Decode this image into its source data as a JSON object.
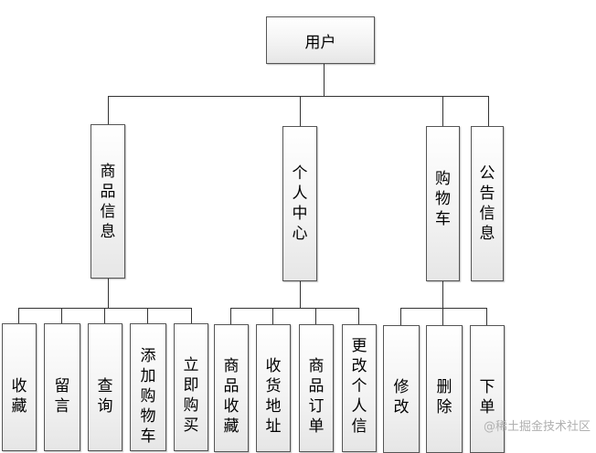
{
  "root": {
    "label": "用户"
  },
  "groups": {
    "product": {
      "label": "商品信息"
    },
    "personal": {
      "label": "个人中心"
    },
    "cart": {
      "label": "购物车"
    },
    "notice": {
      "label": "公告信息"
    }
  },
  "leaves": {
    "favorite": "收藏",
    "comment": "留言",
    "query": "查询",
    "add_to_cart": "添加购物车",
    "buy_now": "立即购买",
    "product_favorite": "商品收藏",
    "shipping_address": "收货地址",
    "product_order": "商品订单",
    "edit_personal": "更改个人信",
    "modify": "修改",
    "delete": "删除",
    "place_order": "下单"
  },
  "watermark": "@稀土掘金技术社区"
}
